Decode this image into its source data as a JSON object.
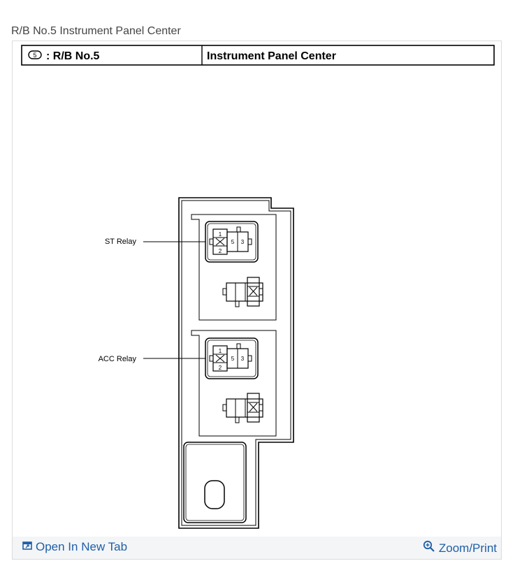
{
  "page": {
    "caption": "R/B No.5 Instrument Panel Center"
  },
  "diagram": {
    "header_number": "5",
    "header_left": ": R/B No.5",
    "header_right": "Instrument Panel Center",
    "relays": [
      {
        "label": "ST Relay",
        "pins": [
          "1",
          "2",
          "5",
          "3"
        ]
      },
      {
        "label": "ACC Relay",
        "pins": [
          "1",
          "2",
          "5",
          "3"
        ]
      }
    ]
  },
  "footer": {
    "open_tab_label": "Open In New Tab",
    "open_tab_icon": "external-window-icon",
    "zoom_label": "Zoom/Print",
    "zoom_icon": "zoom-in-icon",
    "link_color": "#1f5fa8"
  }
}
